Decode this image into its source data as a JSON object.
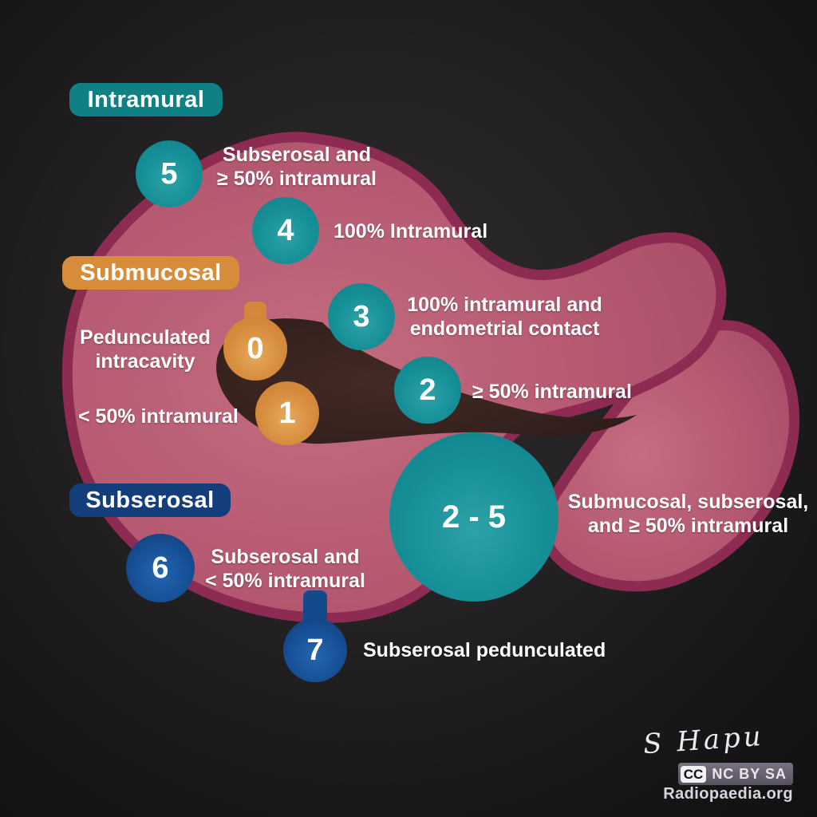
{
  "legend": [
    {
      "label": "Intramural",
      "color": "#0f8184"
    },
    {
      "label": "Submucosal",
      "color": "#d78c3c"
    },
    {
      "label": "Subserosal",
      "color": "#133e7b"
    }
  ],
  "fibroids": [
    {
      "number": "0",
      "type": "submucosal",
      "description": "Pedunculated\nintracavity"
    },
    {
      "number": "1",
      "type": "submucosal",
      "description": "< 50% intramural"
    },
    {
      "number": "2",
      "type": "intramural",
      "description": "≥ 50% intramural"
    },
    {
      "number": "3",
      "type": "intramural",
      "description": "100% intramural and\nendometrial contact"
    },
    {
      "number": "4",
      "type": "intramural",
      "description": "100% Intramural"
    },
    {
      "number": "5",
      "type": "intramural",
      "description": "Subserosal and\n≥ 50% intramural"
    },
    {
      "number": "6",
      "type": "subserosal",
      "description": "Subserosal and\n< 50% intramural"
    },
    {
      "number": "7",
      "type": "subserosal",
      "description": "Subserosal pedunculated"
    },
    {
      "number": "2 - 5",
      "type": "combined",
      "description": "Submucosal, subserosal,\nand ≥ 50% intramural"
    }
  ],
  "footer": {
    "signature": "S Hapu",
    "license_icon": "CC",
    "license": "NC BY SA",
    "site": "Radiopaedia.org"
  },
  "colors": {
    "teal": "#0f8184",
    "orange": "#d78c3c",
    "navy": "#133e7b",
    "uterus_fill": "#b65a72",
    "uterus_outline": "#8d2b52",
    "cavity": "#3a2421",
    "background": "#1d1c1d"
  }
}
